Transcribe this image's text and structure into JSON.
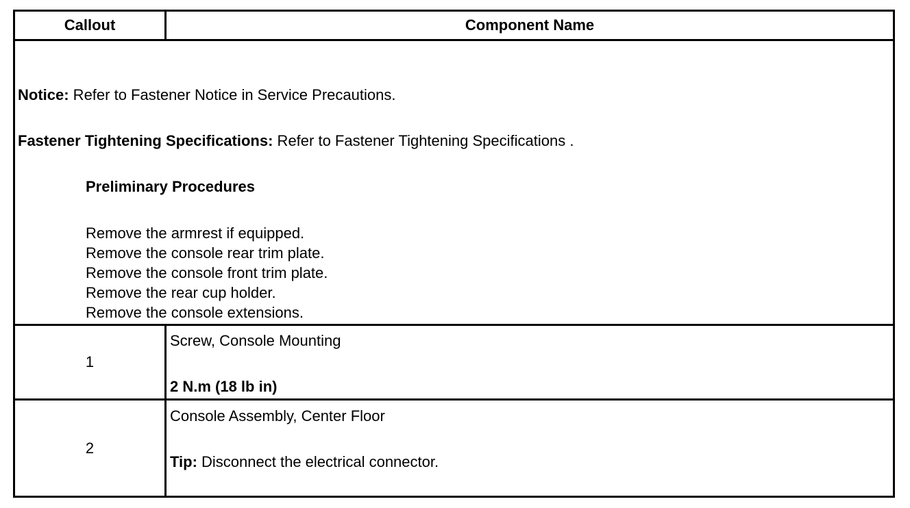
{
  "header": {
    "callout_label": "Callout",
    "component_label": "Component Name"
  },
  "notes": {
    "notice_label": "Notice:",
    "notice_text": " Refer to Fastener Notice in Service Precautions.",
    "spec_label": "Fastener Tightening Specifications:",
    "spec_text": " Refer to Fastener Tightening Specifications .",
    "preliminary_heading": "Preliminary Procedures",
    "steps": [
      "Remove the armrest if equipped.",
      "Remove the console rear trim plate.",
      "Remove the console front trim plate.",
      "Remove the rear cup holder.",
      "Remove the console extensions."
    ]
  },
  "rows": [
    {
      "callout": "1",
      "name": "Screw, Console Mounting",
      "detail_bold": "2 N.m (18 lb in)",
      "detail_text": ""
    },
    {
      "callout": "2",
      "name": "Console Assembly, Center Floor",
      "detail_bold": "Tip:",
      "detail_text": " Disconnect the electrical connector."
    }
  ]
}
